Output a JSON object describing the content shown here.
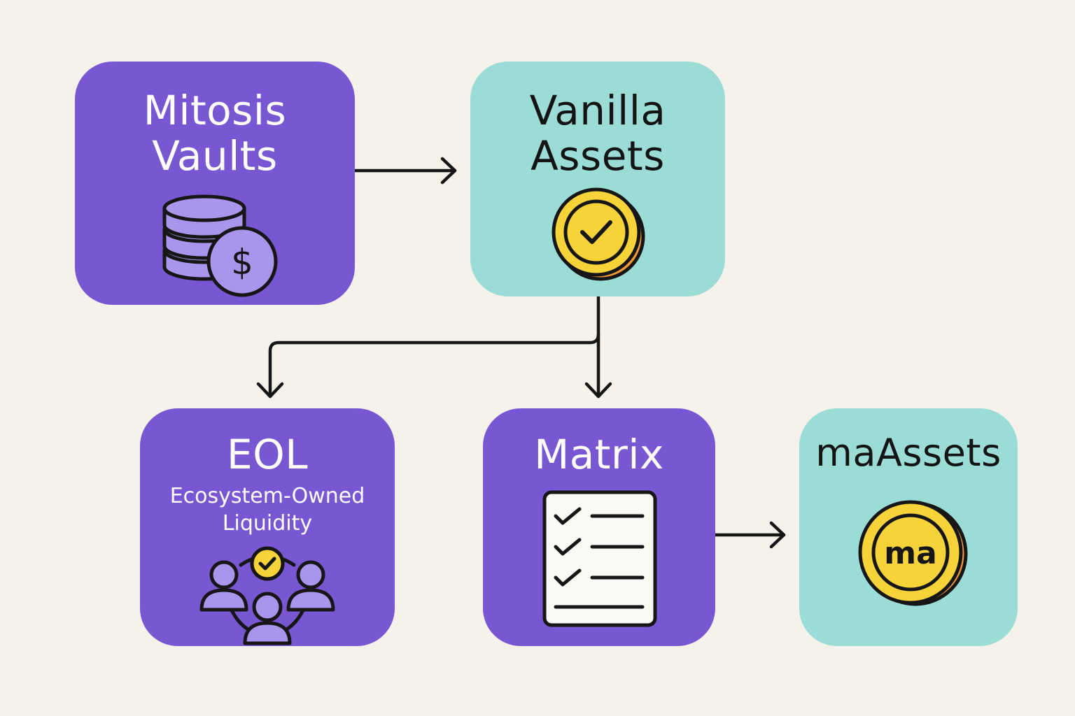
{
  "nodes": {
    "mitosis_vaults": {
      "title_line1": "Mitosis",
      "title_line2": "Vaults",
      "icon": "database-coin-icon"
    },
    "vanilla_assets": {
      "title_line1": "Vanilla",
      "title_line2": "Assets",
      "icon": "check-coin-icon"
    },
    "eol": {
      "title": "EOL",
      "subtitle_line1": "Ecosystem-Owned",
      "subtitle_line2": "Liquidity",
      "icon": "community-check-icon"
    },
    "matrix": {
      "title": "Matrix",
      "icon": "checklist-icon"
    },
    "ma_assets": {
      "title": "maAssets",
      "coin_label": "ma",
      "icon": "ma-coin-icon"
    }
  },
  "vault_coin_symbol": "$",
  "colors": {
    "background": "#f5f2ec",
    "purple": "#7a57d2",
    "teal": "#9bddd6",
    "light_purple": "#a995ec",
    "coin_yellow": "#f7d33a",
    "coin_orange": "#f29a36",
    "line": "#161616"
  }
}
